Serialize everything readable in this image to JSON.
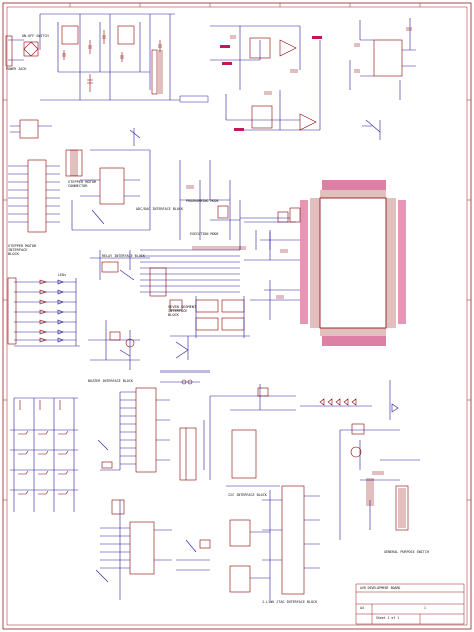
{
  "title_block": {
    "sheet_title": "AVR DEVELOPMENT BOARD",
    "size_label": "A4",
    "sheet_label": "Sheet 1 of 1",
    "rev_label": "1"
  },
  "block_labels": {
    "power_switch": "ON-OFF SWITCH",
    "power_jack": "POWER JACK",
    "stepper_connector": "STEPPER MOTOR\nCONNECTOR",
    "stepper_block": "STEPPER MOTOR\nINTERFACE\nBLOCK",
    "adc_dac": "ADC/DAC INTERFACE BLOCK",
    "programming_mode": "PROGRAMMING MODE",
    "execution_mode": "EXECUTION MODE",
    "relay_block": "RELAY INTERFACE BLOCK",
    "seven_segment": "SEVEN SEGMENT\nINTERFACE\nBLOCK",
    "buzzer_block": "BUZZER INTERFACE BLOCK",
    "leds": "LEDs",
    "i2c_block": "I2C INTERFACE BLOCK",
    "jtag_block": "J-LINK JTAG INTERFACE BLOCK",
    "gp_switch": "GENERAL PURPOSE SWITCH"
  },
  "colors": {
    "wire": "#2b1a9a",
    "component": "#8b0000",
    "net_label": "#c2185b",
    "junction": "#1a1a8c",
    "border": "#9a1c1c"
  }
}
